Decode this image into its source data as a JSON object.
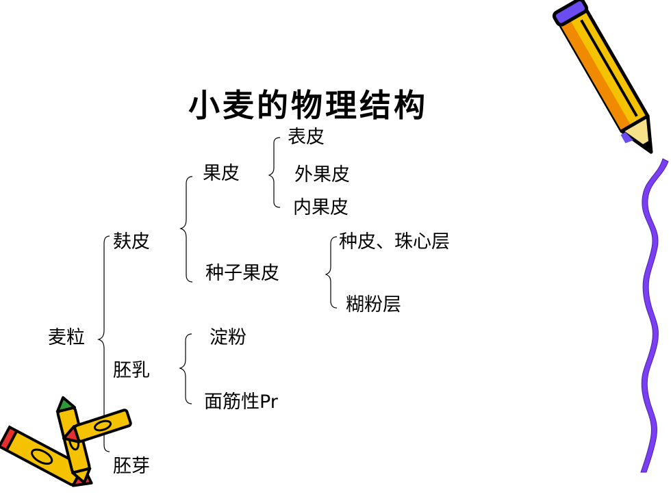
{
  "title": "小麦的物理结构",
  "tree": {
    "root": "麦粒",
    "bran": "麸皮",
    "pericarp": "果皮",
    "epidermis": "表皮",
    "outer_pericarp": "外果皮",
    "inner_pericarp": "内果皮",
    "seed_coat": "种子果皮",
    "testa_nucellus": "种皮、珠心层",
    "aleurone": "糊粉层",
    "endosperm": "胚乳",
    "starch": "淀粉",
    "gluten_prefix": "面筋性",
    "gluten_suffix": "Pr",
    "germ": "胚芽"
  },
  "colors": {
    "text": "#000000",
    "line": "#000000",
    "ribbon": "#7b3ff2",
    "pencil_body": "#f5c200",
    "pencil_outline": "#000000",
    "pencil_tip": "#e53030",
    "pencil_green": "#2e9a3a"
  },
  "icons": [
    "pencil-icon",
    "crayons-icon",
    "ribbon-decoration"
  ]
}
